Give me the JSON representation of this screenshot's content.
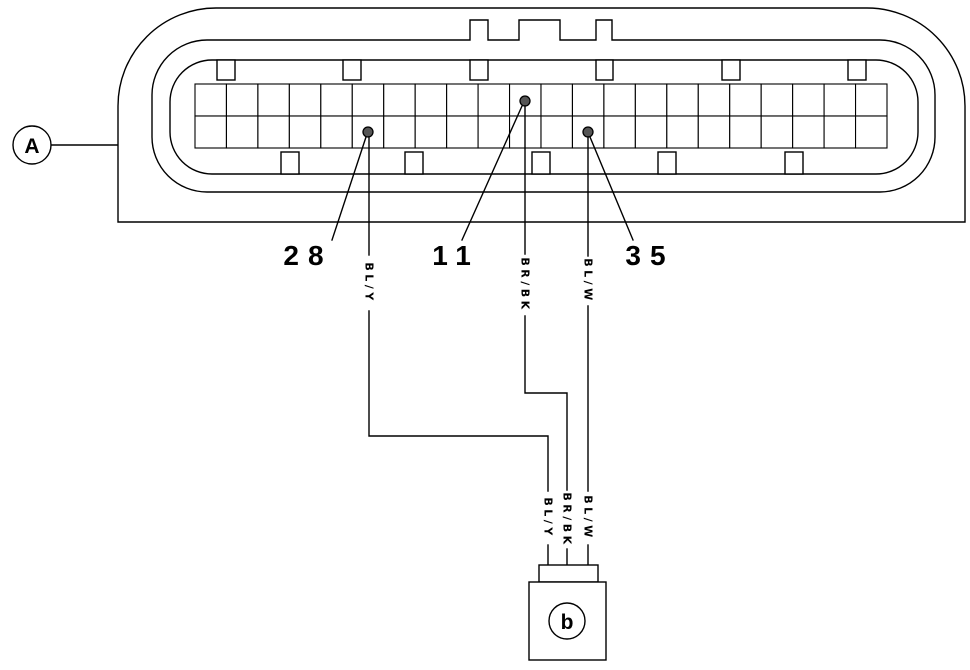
{
  "callouts": {
    "connector_a": "A",
    "connector_b": "b"
  },
  "circuits": [
    {
      "pin": "28",
      "wire": "BL/Y"
    },
    {
      "pin": "11",
      "wire": "BR/BK"
    },
    {
      "pin": "35",
      "wire": "BL/W"
    }
  ]
}
